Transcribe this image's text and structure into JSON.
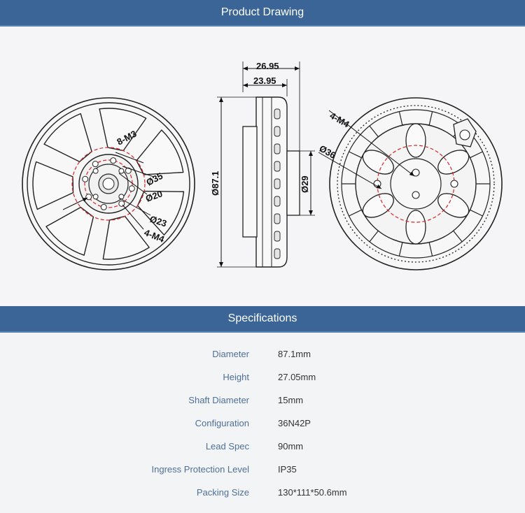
{
  "sections": {
    "drawing_title": "Product Drawing",
    "specs_title": "Specifications"
  },
  "drawing": {
    "front": {
      "holes_small": "8-M3",
      "circle_outer": "Ø35",
      "circle_inner": "Ø20",
      "circle_mid": "Ø23",
      "holes_mount": "4-M4"
    },
    "side": {
      "width_total": "26.95",
      "width_body": "23.95",
      "diameter": "Ø87.1",
      "shaft_boss": "Ø29"
    },
    "back": {
      "holes": "4-M4",
      "circle": "Ø36"
    }
  },
  "specs": [
    {
      "label": "Diameter",
      "value": "87.1mm"
    },
    {
      "label": "Height",
      "value": "27.05mm"
    },
    {
      "label": "Shaft Diameter",
      "value": "15mm"
    },
    {
      "label": "Configuration",
      "value": "36N42P"
    },
    {
      "label": "Lead Spec",
      "value": "90mm"
    },
    {
      "label": "Ingress Protection Level",
      "value": "IP35"
    },
    {
      "label": "Packing Size",
      "value": "130*111*50.6mm"
    }
  ],
  "colors": {
    "banner": "#3a6596",
    "label": "#4e6f96",
    "dim_red": "#d9262a"
  }
}
